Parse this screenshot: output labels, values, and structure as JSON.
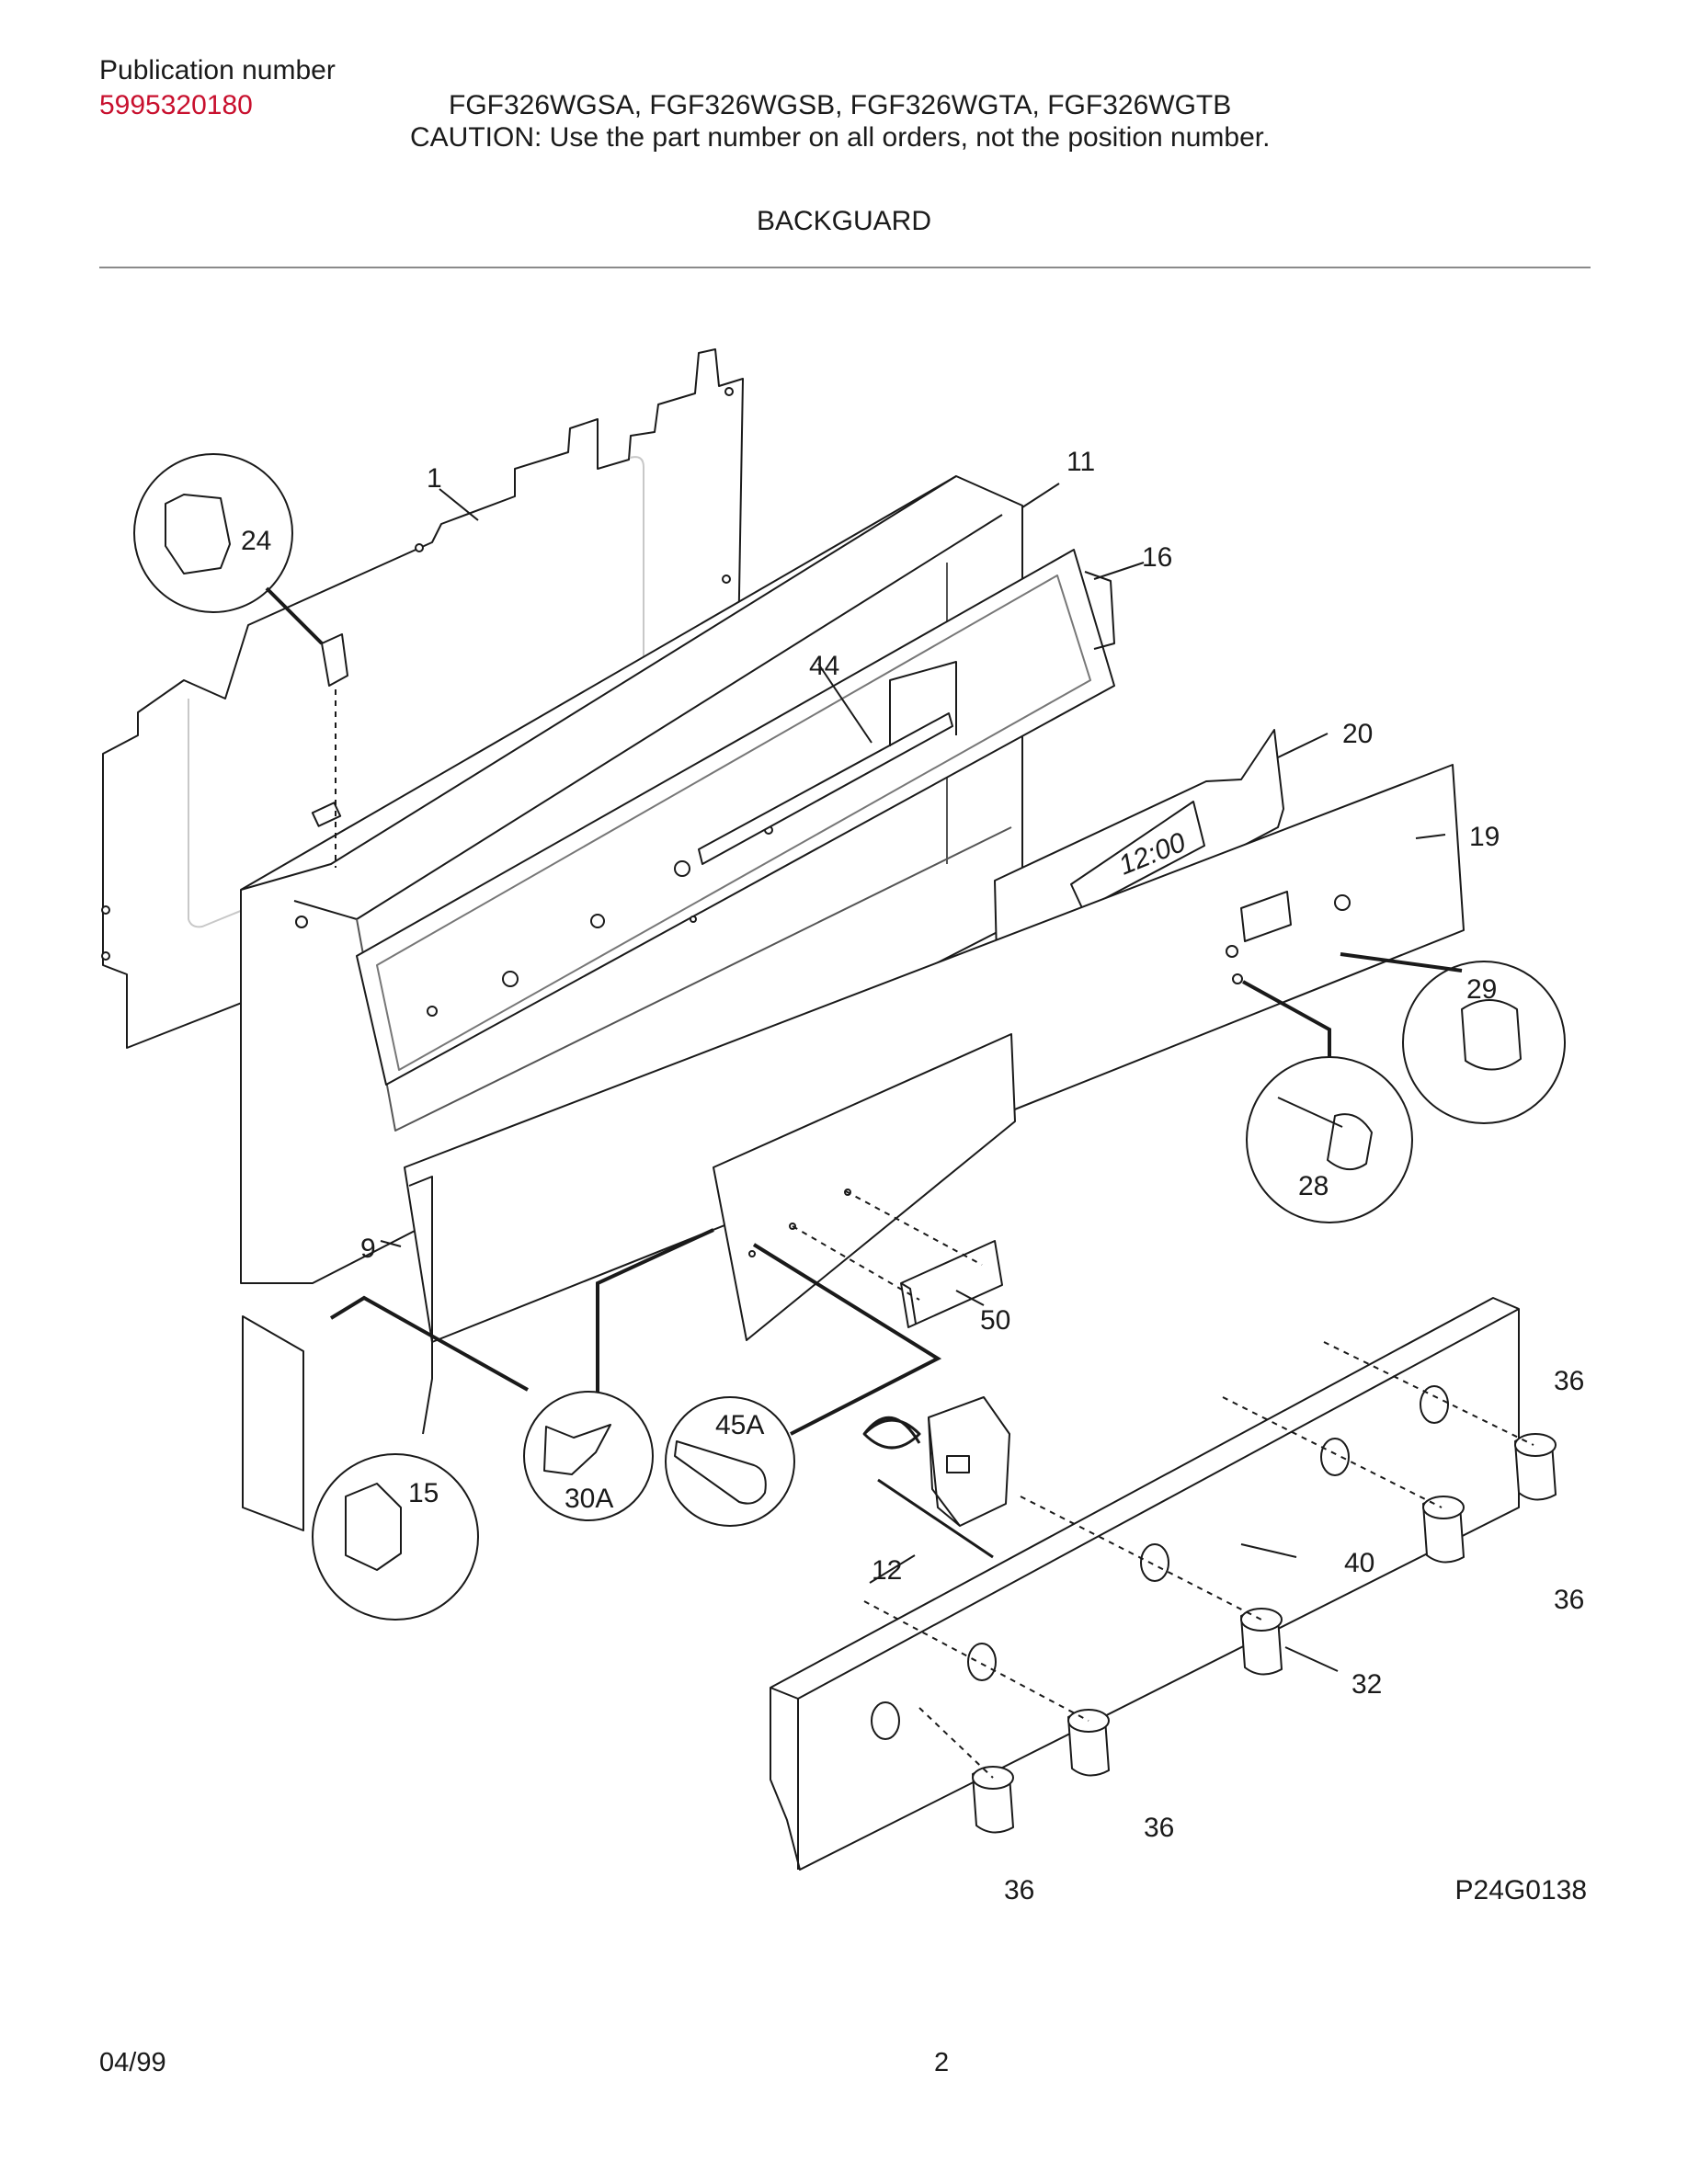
{
  "header": {
    "publication_label": "Publication number",
    "publication_number": "5995320180",
    "models": "FGF326WGSA, FGF326WGSB, FGF326WGTA,  FGF326WGTB",
    "caution": "CAUTION:  Use the part number on all orders, not the position number."
  },
  "section_title": "BACKGUARD",
  "figure_code": "P24G0138",
  "clock_display": "12:00",
  "callouts": {
    "c1": "1",
    "c11": "11",
    "c16": "16",
    "c24": "24",
    "c44": "44",
    "c20": "20",
    "c19": "19",
    "c29": "29",
    "c28": "28",
    "c9": "9",
    "c50": "50",
    "c36a": "36",
    "c36b": "36",
    "c36c": "36",
    "c36d": "36",
    "c45a": "45A",
    "c30a": "30A",
    "c15": "15",
    "c12": "12",
    "c40": "40",
    "c32": "32"
  },
  "footer": {
    "date": "04/99",
    "page": "2"
  },
  "colors": {
    "ink": "#1a1a1a",
    "publication_number": "#c8102e",
    "rule": "#8a8a8a"
  }
}
